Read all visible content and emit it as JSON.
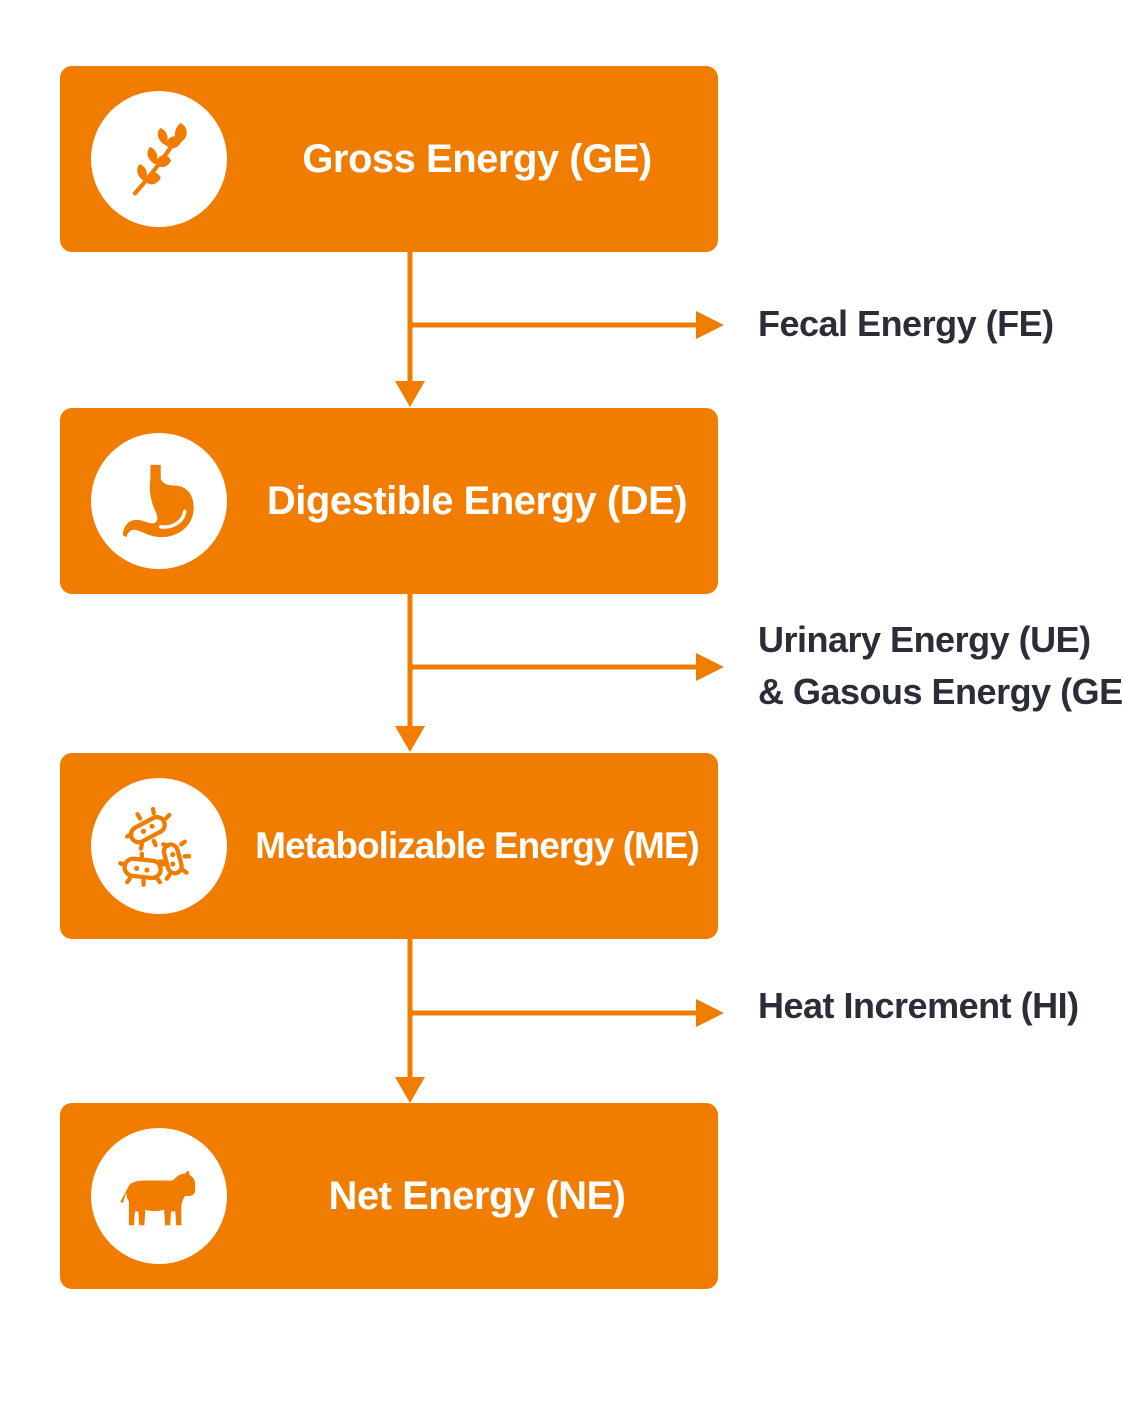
{
  "colors": {
    "accent": "#f07c00",
    "loss_text": "#2b2e36",
    "icon_bg": "#ffffff"
  },
  "stages": [
    {
      "label": "Gross Energy (GE)",
      "icon": "wheat-icon"
    },
    {
      "label": "Digestible Energy (DE)",
      "icon": "stomach-icon"
    },
    {
      "label": "Metabolizable Energy (ME)",
      "icon": "bacteria-icon"
    },
    {
      "label": "Net Energy (NE)",
      "icon": "cow-icon"
    }
  ],
  "losses": [
    {
      "lines": [
        "Fecal Energy (FE)"
      ]
    },
    {
      "lines": [
        "Urinary Energy (UE)",
        "& Gasous Energy (GE)"
      ]
    },
    {
      "lines": [
        "Heat Increment (HI)"
      ]
    }
  ]
}
